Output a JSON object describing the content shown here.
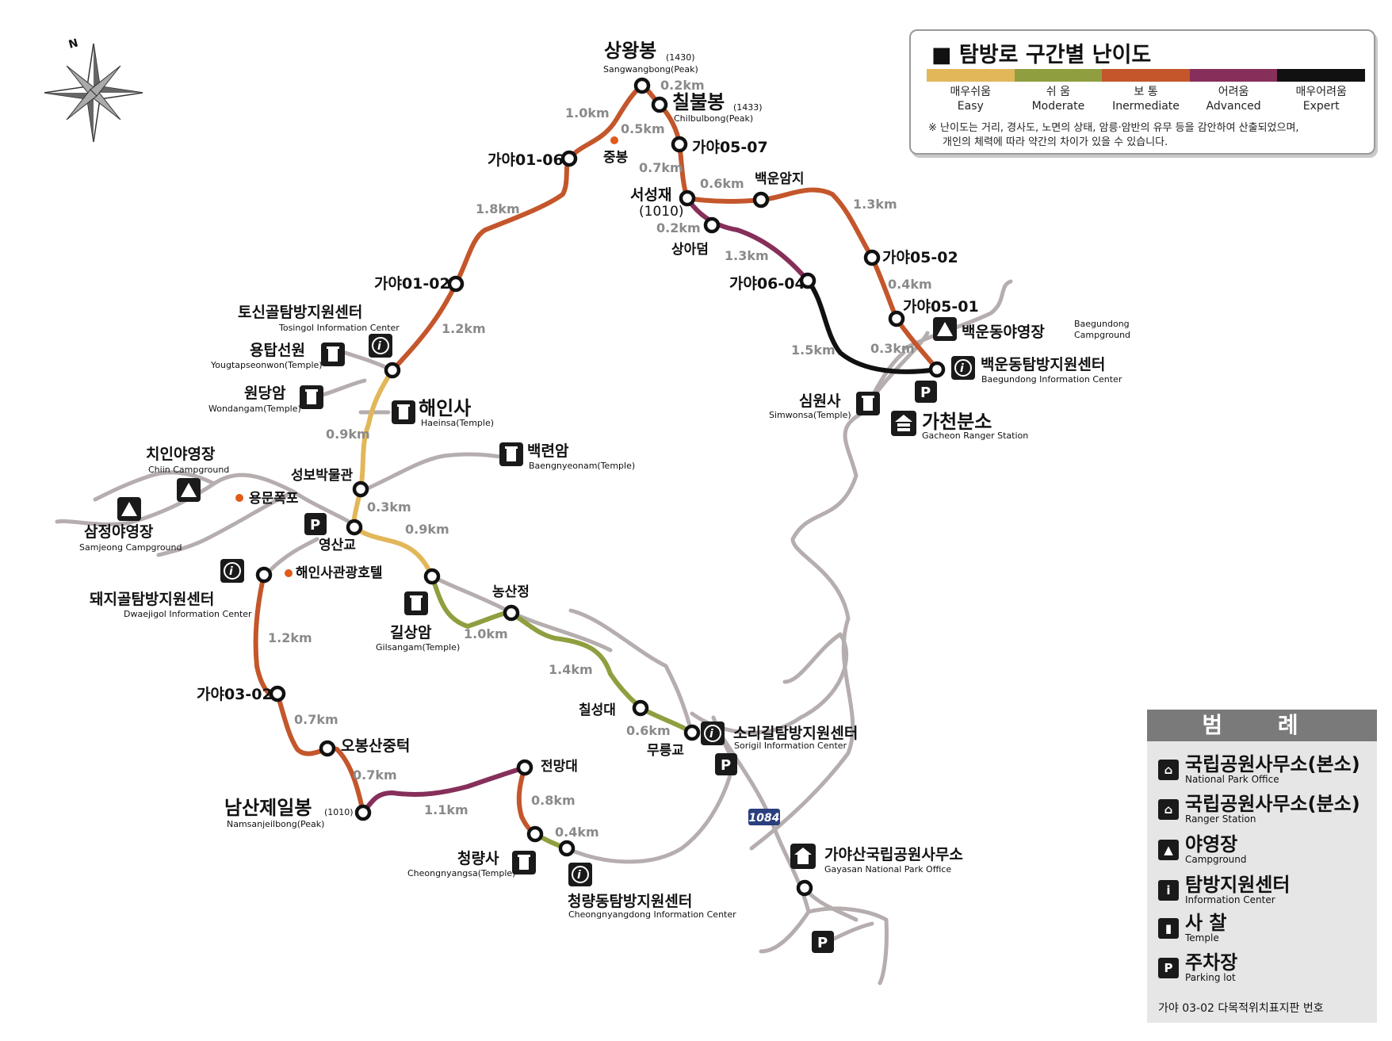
{
  "difficulty": {
    "title": "■ 탐방로 구간별 난이도",
    "levels": [
      {
        "kr": "매우쉬움",
        "en": "Easy",
        "color": "#e2b75a"
      },
      {
        "kr": "쉬 움",
        "en": "Moderate",
        "color": "#8f9f3f"
      },
      {
        "kr": "보 통",
        "en": "Inermediate",
        "color": "#c4562b"
      },
      {
        "kr": "어려움",
        "en": "Advanced",
        "color": "#862f5a"
      },
      {
        "kr": "매우어려움",
        "en": "Expert",
        "color": "#111111"
      }
    ],
    "note_line1": "※ 난이도는 거리, 경사도, 노면의 상태, 암릉·암반의 유무 등을 감안하여 산출되었으며,",
    "note_line2": "개인의 체력에 따라 약간의 차이가 있을 수 있습니다."
  },
  "legend": {
    "title": "범 례",
    "items": [
      {
        "icon": "national-park-office-icon",
        "kr": "국립공원사무소(본소)",
        "en": "National Park Office"
      },
      {
        "icon": "ranger-station-icon",
        "kr": "국립공원사무소(분소)",
        "en": "Ranger Station"
      },
      {
        "icon": "campground-icon",
        "kr": "야영장",
        "en": "Campground"
      },
      {
        "icon": "information-icon",
        "kr": "탐방지원센터",
        "en": "Information Center"
      },
      {
        "icon": "temple-icon",
        "kr": "사 찰",
        "en": "Temple"
      },
      {
        "icon": "parking-icon",
        "kr": "주차장",
        "en": "Parking lot"
      }
    ],
    "footnote": "가야 03-02  다목적위치표지판 번호"
  },
  "compass": {
    "north_label": "N"
  },
  "road_number": "1084",
  "peaks": {
    "sangwangbong": {
      "kr": "상왕봉",
      "elev": "(1430)",
      "en": "Sangwangbong(Peak)"
    },
    "chilbulbong": {
      "kr": "칠불봉",
      "elev": "(1433)",
      "en": "Chilbulbong(Peak)"
    },
    "namsanjeilbong": {
      "kr": "남산제일봉",
      "elev": "(1010)",
      "en": "Namsanjeilbong(Peak)"
    },
    "seoseongjae": {
      "kr": "서성재",
      "elev": "(1010)"
    }
  },
  "signposts": {
    "g0106": "가야01-06",
    "g0102": "가야01-02",
    "g0507": "가야05-07",
    "g0502": "가야05-02",
    "g0501": "가야05-01",
    "g0604": "가야06-04",
    "g0302": "가야03-02"
  },
  "points": {
    "jungbong": "중봉",
    "baegunamji": "백운암지",
    "sangadeom": "상아덤",
    "seongbo": "성보박물관",
    "yongmun": "용문폭포",
    "yeongsangyo": "영산교",
    "hotel": "해인사관광호텔",
    "nongsanjeong": "농산정",
    "chilseongdae": "칠성대",
    "mureunggyo": "무릉교",
    "obongsan": "오봉산중턱",
    "jeonmangdae": "전망대"
  },
  "facilities": {
    "tosingol": {
      "kr": "토신골탐방지원센터",
      "en": "Tosingol Information Center"
    },
    "yongtap": {
      "kr": "용탑선원",
      "en": "Yougtapseonwon(Temple)"
    },
    "wondang": {
      "kr": "원당암",
      "en": "Wondangam(Temple)"
    },
    "haeinsa": {
      "kr": "해인사",
      "en": "Haeinsa(Temple)"
    },
    "baengnyeon": {
      "kr": "백련암",
      "en": "Baengnyeonam(Temple)"
    },
    "chiin": {
      "kr": "치인야영장",
      "en": "Chiin Campground"
    },
    "samjeong": {
      "kr": "삼정야영장",
      "en": "Samjeong Campground"
    },
    "dwaejigol": {
      "kr": "돼지골탐방지원센터",
      "en": "Dwaejigol Information Center"
    },
    "gilsang": {
      "kr": "길상암",
      "en": "Gilsangam(Temple)"
    },
    "sorigil": {
      "kr": "소리길탐방지원센터",
      "en": "Sorigil Information Center"
    },
    "cheongnyang": {
      "kr": "청량사",
      "en": "Cheongnyangsa(Temple)"
    },
    "cheongnyangdong": {
      "kr": "청량동탐방지원센터",
      "en": "Cheongnyangdong Information Center"
    },
    "gayasan": {
      "kr": "가야산국립공원사무소",
      "en": "Gayasan National Park Office"
    },
    "baegundong_camp": {
      "kr": "백운동야영장",
      "en1": "Baegundong",
      "en2": "Campground"
    },
    "baegundong_info": {
      "kr": "백운동탐방지원센터",
      "en": "Baegundong Information Center"
    },
    "simwonsa": {
      "kr": "심원사",
      "en": "Simwonsa(Temple)"
    },
    "gacheon": {
      "kr": "가천분소",
      "en": "Gacheon Ranger Station"
    }
  },
  "distances": {
    "d_10_a": "1.0km",
    "d_02_a": "0.2km",
    "d_05": "0.5km",
    "d_07_a": "0.7km",
    "d_06_a": "0.6km",
    "d_13_a": "1.3km",
    "d_02_b": "0.2km",
    "d_13_b": "1.3km",
    "d_04_a": "0.4km",
    "d_15": "1.5km",
    "d_03_a": "0.3km",
    "d_18": "1.8km",
    "d_12_a": "1.2km",
    "d_09_a": "0.9km",
    "d_03_b": "0.3km",
    "d_09_b": "0.9km",
    "d_10_b": "1.0km",
    "d_14": "1.4km",
    "d_06_b": "0.6km",
    "d_12_b": "1.2km",
    "d_07_b": "0.7km",
    "d_07_c": "0.7km",
    "d_11": "1.1km",
    "d_08": "0.8km",
    "d_04_b": "0.4km"
  },
  "parking_label": "P",
  "info_label": "i"
}
